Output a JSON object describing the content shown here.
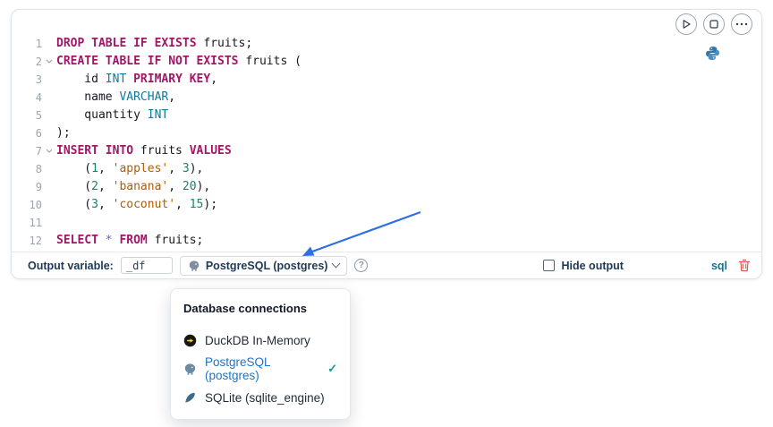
{
  "toolbar": {
    "output_variable_label": "Output variable:",
    "output_variable_value": "_df",
    "connection_label": "PostgreSQL (postgres)",
    "hide_output_label": "Hide output",
    "language_badge": "sql"
  },
  "menu": {
    "header": "Database connections",
    "items": [
      {
        "label": "DuckDB In-Memory",
        "icon": "duckdb-icon",
        "selected": false
      },
      {
        "label": "PostgreSQL (postgres)",
        "icon": "postgres-icon",
        "selected": true
      },
      {
        "label": "SQLite (sqlite_engine)",
        "icon": "sqlite-icon",
        "selected": false
      }
    ]
  },
  "actions": {
    "run": "play-icon",
    "stop": "stop-icon",
    "more": "ellipsis-icon",
    "language_logo": "python-icon",
    "help": "question-circle-icon",
    "delete": "trash-icon",
    "dropdown": "chevron-down-icon",
    "selected_mark": "check-icon"
  },
  "colors": {
    "keyword": "#a31569",
    "type": "#0e7a9e",
    "string": "#b15c00",
    "number": "#108766",
    "operator": "#8250df",
    "selected_item": "#2273c4",
    "language_badge": "#0e7490",
    "trash": "#e2574c",
    "arrow": "#2f6fe4"
  },
  "code": {
    "lines": [
      {
        "n": "1",
        "fold": false,
        "seg": [
          [
            "kw",
            "DROP TABLE IF EXISTS"
          ],
          [
            "pl",
            " fruits;"
          ]
        ]
      },
      {
        "n": "2",
        "fold": true,
        "seg": [
          [
            "kw",
            "CREATE TABLE IF NOT EXISTS"
          ],
          [
            "pl",
            " fruits ("
          ]
        ]
      },
      {
        "n": "3",
        "fold": false,
        "seg": [
          [
            "pl",
            "    id "
          ],
          [
            "ty",
            "INT"
          ],
          [
            "pl",
            " "
          ],
          [
            "kw",
            "PRIMARY KEY"
          ],
          [
            "pl",
            ","
          ]
        ]
      },
      {
        "n": "4",
        "fold": false,
        "seg": [
          [
            "pl",
            "    name "
          ],
          [
            "ty",
            "VARCHAR"
          ],
          [
            "pl",
            ","
          ]
        ]
      },
      {
        "n": "5",
        "fold": false,
        "seg": [
          [
            "pl",
            "    quantity "
          ],
          [
            "ty",
            "INT"
          ]
        ]
      },
      {
        "n": "6",
        "fold": false,
        "seg": [
          [
            "pl",
            ");"
          ]
        ]
      },
      {
        "n": "7",
        "fold": true,
        "seg": [
          [
            "kw",
            "INSERT INTO"
          ],
          [
            "pl",
            " fruits "
          ],
          [
            "kw",
            "VALUES"
          ]
        ]
      },
      {
        "n": "8",
        "fold": false,
        "seg": [
          [
            "pl",
            "    ("
          ],
          [
            "nu",
            "1"
          ],
          [
            "pl",
            ", "
          ],
          [
            "st",
            "'apples'"
          ],
          [
            "pl",
            ", "
          ],
          [
            "nu",
            "3"
          ],
          [
            "pl",
            "),"
          ]
        ]
      },
      {
        "n": "9",
        "fold": false,
        "seg": [
          [
            "pl",
            "    ("
          ],
          [
            "nu",
            "2"
          ],
          [
            "pl",
            ", "
          ],
          [
            "st",
            "'banana'"
          ],
          [
            "pl",
            ", "
          ],
          [
            "nu",
            "20"
          ],
          [
            "pl",
            "),"
          ]
        ]
      },
      {
        "n": "10",
        "fold": false,
        "seg": [
          [
            "pl",
            "    ("
          ],
          [
            "nu",
            "3"
          ],
          [
            "pl",
            ", "
          ],
          [
            "st",
            "'coconut'"
          ],
          [
            "pl",
            ", "
          ],
          [
            "nu",
            "15"
          ],
          [
            "pl",
            ");"
          ]
        ]
      },
      {
        "n": "11",
        "fold": false,
        "seg": [
          [
            "pl",
            ""
          ]
        ]
      },
      {
        "n": "12",
        "fold": false,
        "seg": [
          [
            "kw",
            "SELECT"
          ],
          [
            "pl",
            " "
          ],
          [
            "op",
            "*"
          ],
          [
            "pl",
            " "
          ],
          [
            "kw",
            "FROM"
          ],
          [
            "pl",
            " fruits;"
          ]
        ]
      }
    ]
  }
}
